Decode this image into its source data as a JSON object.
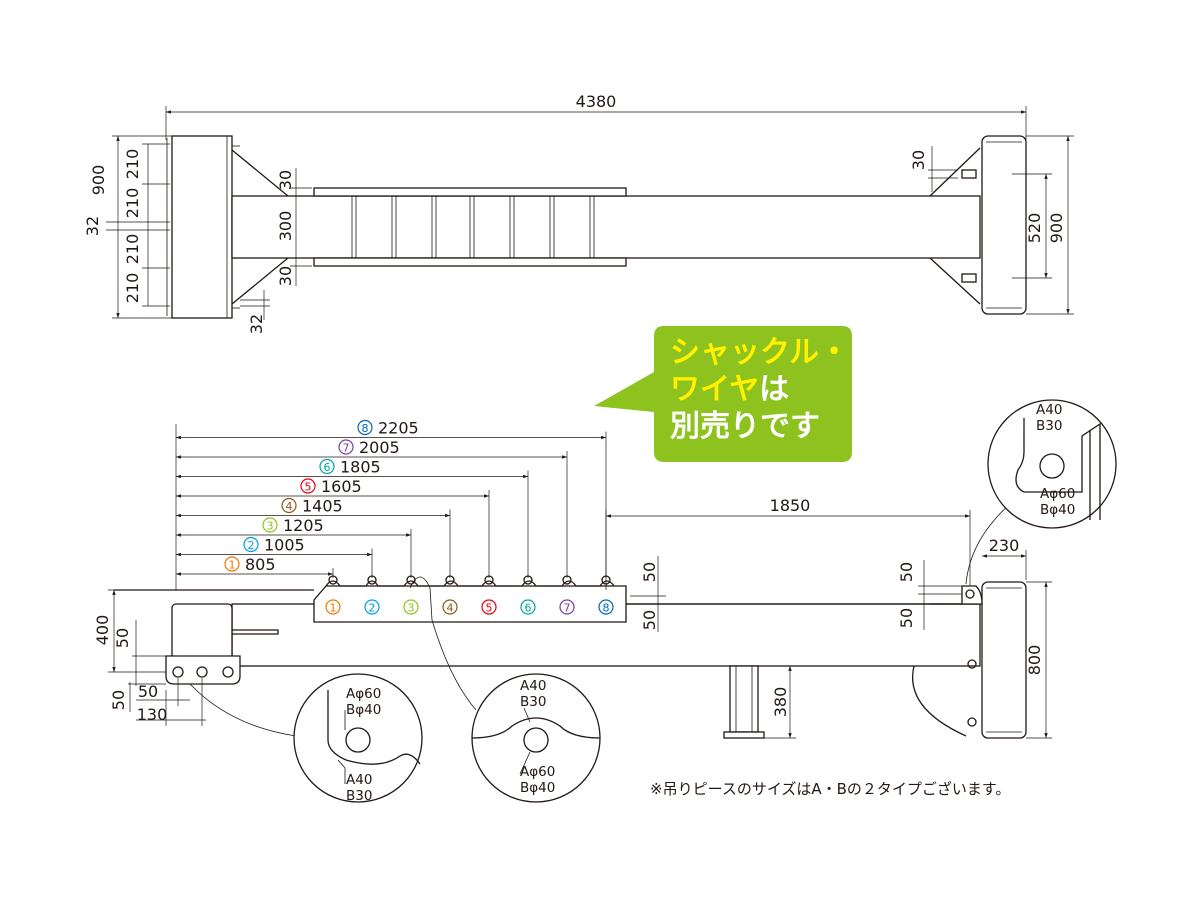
{
  "top_view": {
    "overall_width": "4380",
    "left_dims": [
      "900",
      "210",
      "210",
      "32",
      "210",
      "210"
    ],
    "left_gap_bottom": "32",
    "beam_dims": [
      "30",
      "300",
      "30"
    ],
    "right_dims": [
      "30",
      "520",
      "900"
    ]
  },
  "callout": {
    "line1": "シャックル・",
    "line2_a": "ワイヤ",
    "line2_b": "は",
    "line3": "別売りです",
    "bg_color": "#8dc21f",
    "highlight_color": "#fff100"
  },
  "hook_positions": [
    {
      "mark": "1",
      "dim": "805",
      "color": "#ee7800"
    },
    {
      "mark": "2",
      "dim": "1005",
      "color": "#00a0e9"
    },
    {
      "mark": "3",
      "dim": "1205",
      "color": "#8fc31f"
    },
    {
      "mark": "4",
      "dim": "1405",
      "color": "#8a5a19"
    },
    {
      "mark": "5",
      "dim": "1605",
      "color": "#e60012"
    },
    {
      "mark": "6",
      "dim": "1805",
      "color": "#00a5a8"
    },
    {
      "mark": "7",
      "dim": "2005",
      "color": "#7d3f98"
    },
    {
      "mark": "8",
      "dim": "2205",
      "color": "#0068b7"
    }
  ],
  "side_view": {
    "dim_1850": "1850",
    "dim_230": "230",
    "dim_right_50a": "50",
    "dim_right_50b": "50",
    "dim_mid_50a": "50",
    "dim_mid_50b": "50",
    "dim_400": "400",
    "dim_50_left": "50",
    "dim_50_bl": "50",
    "dim_50_b": "50",
    "dim_130": "130",
    "dim_380": "380",
    "dim_800": "800"
  },
  "details": {
    "left": {
      "a_outer": "Aφ60",
      "b_outer": "Bφ40",
      "a_inner": "A40",
      "b_inner": "B30"
    },
    "middle": {
      "a_inner": "A40",
      "b_inner": "B30",
      "a_outer": "Aφ60",
      "b_outer": "Bφ40"
    },
    "right": {
      "a_inner": "A40",
      "b_inner": "B30",
      "a_outer": "Aφ60",
      "b_outer": "Bφ40"
    }
  },
  "note": "※吊りピースのサイズはA・Bの２タイプございます。"
}
